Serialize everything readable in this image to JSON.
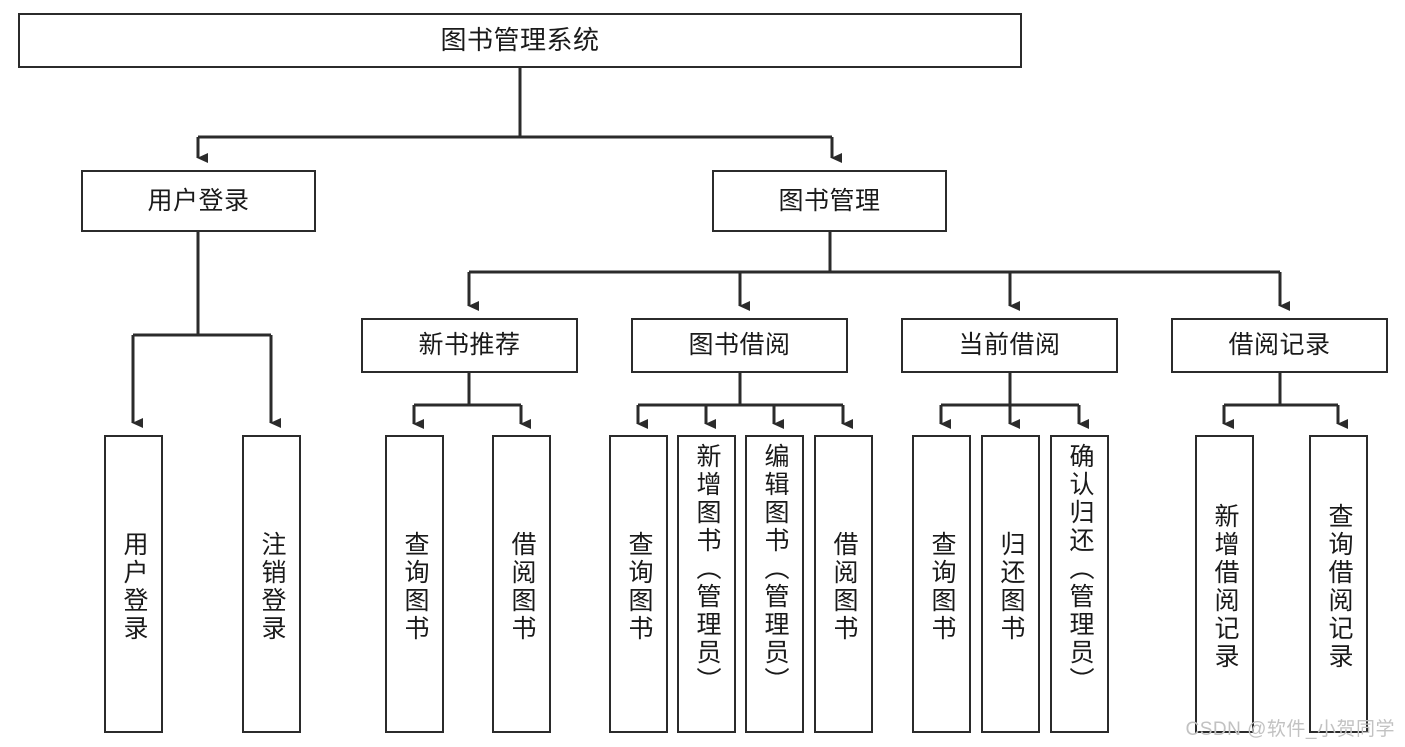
{
  "diagram": {
    "title": "图书管理系统",
    "watermark": "CSDN @软件_小贺同学",
    "colors": {
      "box_border": "#2b2b2b",
      "box_fill": "#ffffff",
      "connector": "#2b2b2b",
      "text": "#1a1a1a",
      "watermark": "#c2c2c2",
      "background": "#ffffff"
    },
    "levels": {
      "level1": [
        {
          "id": "root",
          "label": "图书管理系统"
        }
      ],
      "level2": [
        {
          "id": "user-login",
          "label": "用户登录"
        },
        {
          "id": "book-management",
          "label": "图书管理"
        }
      ],
      "level3": [
        {
          "id": "new-book-recommend",
          "label": "新书推荐",
          "parent": "book-management"
        },
        {
          "id": "book-borrow",
          "label": "图书借阅",
          "parent": "book-management"
        },
        {
          "id": "current-borrow",
          "label": "当前借阅",
          "parent": "book-management"
        },
        {
          "id": "borrow-record",
          "label": "借阅记录",
          "parent": "book-management"
        }
      ],
      "level4": [
        {
          "id": "leaf-user-login",
          "label": "用户登录",
          "parent": "user-login"
        },
        {
          "id": "leaf-logout",
          "label": "注销登录",
          "parent": "user-login"
        },
        {
          "id": "leaf-query-book-rec",
          "label": "查询图书",
          "parent": "new-book-recommend"
        },
        {
          "id": "leaf-borrow-book-rec",
          "label": "借阅图书",
          "parent": "new-book-recommend"
        },
        {
          "id": "leaf-query-book-borrow",
          "label": "查询图书",
          "parent": "book-borrow"
        },
        {
          "id": "leaf-add-book",
          "label": "新增图书（管理员）",
          "parent": "book-borrow"
        },
        {
          "id": "leaf-edit-book",
          "label": "编辑图书（管理员）",
          "parent": "book-borrow"
        },
        {
          "id": "leaf-borrow-book",
          "label": "借阅图书",
          "parent": "book-borrow"
        },
        {
          "id": "leaf-query-book-cur",
          "label": "查询图书",
          "parent": "current-borrow"
        },
        {
          "id": "leaf-return-book",
          "label": "归还图书",
          "parent": "current-borrow"
        },
        {
          "id": "leaf-confirm-return",
          "label": "确认归还（管理员）",
          "parent": "current-borrow"
        },
        {
          "id": "leaf-add-record",
          "label": "新增借阅记录",
          "parent": "borrow-record"
        },
        {
          "id": "leaf-query-record",
          "label": "查询借阅记录",
          "parent": "borrow-record"
        }
      ]
    }
  }
}
